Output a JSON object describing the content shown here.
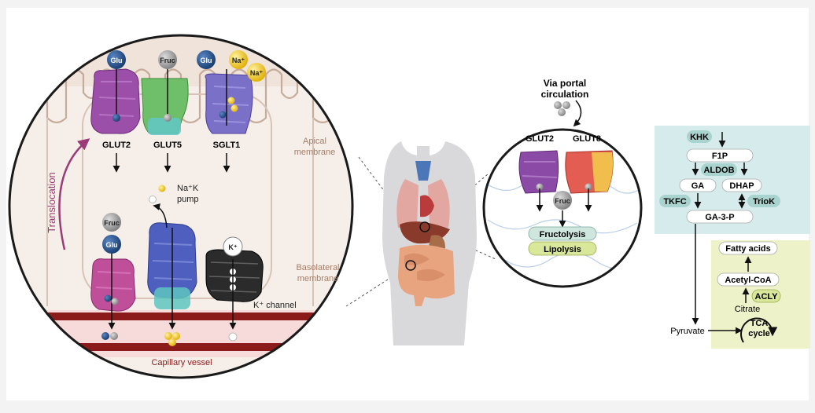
{
  "left_panel": {
    "translocation_label": "Translocation",
    "apical_membrane_label": [
      "Apical",
      "membrane"
    ],
    "basolateral_membrane_label": [
      "Basolateral",
      "membrane"
    ],
    "capillary_label": "Capillary vessel",
    "transporters": {
      "glut2": "GLUT2",
      "glut5": "GLUT5",
      "sglt1": "SGLT1"
    },
    "pump_label": [
      "Na⁺K",
      "pump"
    ],
    "k_channel_label": "K⁺ channel",
    "k_ion": "K⁺",
    "molecules": {
      "glu": "Glu",
      "fruc": "Fruc",
      "na": "Na⁺"
    }
  },
  "center": {
    "portal_label": [
      "Via portal",
      "circulation"
    ]
  },
  "liver_panel": {
    "glut2": "GLUT2",
    "glut8": "GLUT8",
    "fruc": "Fruc",
    "fructolysis": "Fructolysis",
    "lipolysis": "Lipolysis"
  },
  "pathway": {
    "khk": "KHK",
    "f1p": "F1P",
    "aldob": "ALDOB",
    "ga": "GA",
    "dhap": "DHAP",
    "tkfc": "TKFC",
    "triok": "TrioK",
    "ga3p": "GA-3-P",
    "pyruvate": "Pyruvate",
    "fatty_acids": "Fatty acids",
    "acetyl_coa": "Acetyl-CoA",
    "acly": "ACLY",
    "citrate": "Citrate",
    "tca": [
      "TCA",
      "cycle"
    ]
  },
  "colors": {
    "glu": "#1f4e8c",
    "fruc": "#8a8a8a",
    "na": "#f2c200",
    "capillary": "#8b1a1a",
    "pathway_box": "#d6ecec",
    "lipid_box": "#eef2c8",
    "enzyme_pill": "#a9d3ce",
    "fructolysis_pill": "#cfe6df",
    "lipolysis_pill": "#d8e79a",
    "translocation": "#9b3c78"
  }
}
